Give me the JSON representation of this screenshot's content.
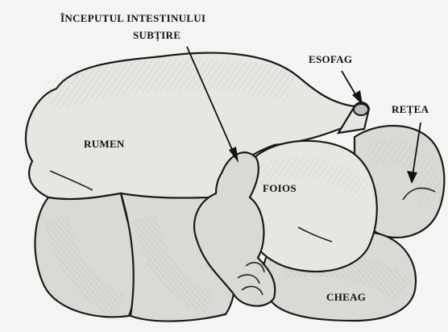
{
  "labels": {
    "intestine_line1": "ÎNCEPUTUL INTESTINULUI",
    "intestine_line2": "SUBȚIRE",
    "esophagus": "ESOFAG",
    "reticulum": "REȚEA",
    "rumen": "RUMEN",
    "omasum": "FOIOS",
    "abomasum": "CHEAG"
  }
}
